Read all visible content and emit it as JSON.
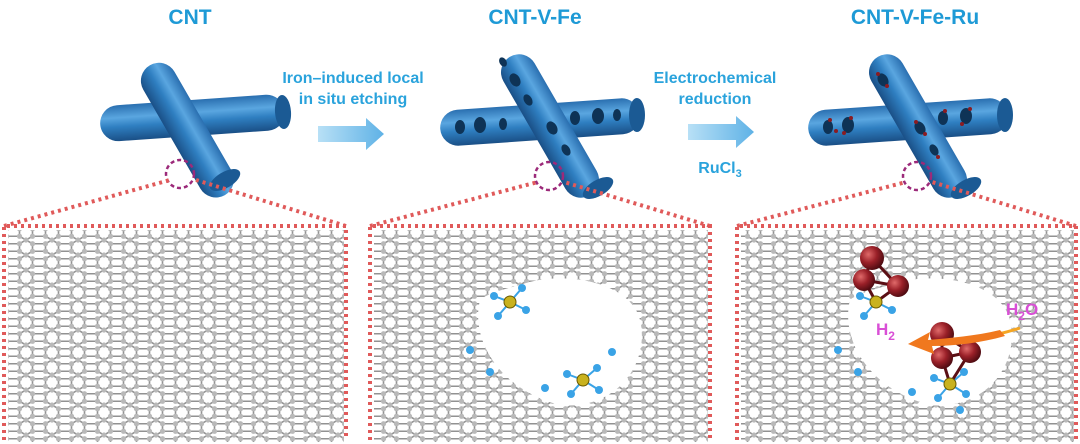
{
  "panels": [
    {
      "title": "CNT"
    },
    {
      "title": "CNT-V-Fe"
    },
    {
      "title": "CNT-V-Fe-Ru"
    }
  ],
  "step1": {
    "line1": "Iron–induced local",
    "line2": "in situ etching"
  },
  "step2": {
    "line1": "Electrochemical",
    "line2": "reduction",
    "reagent_main": "RuCl",
    "reagent_sub": "3"
  },
  "molecules": {
    "h2_main": "H",
    "h2_sub": "2",
    "h2o_main": "H",
    "h2o_sub": "2",
    "h2o_end": "O"
  },
  "colors": {
    "tube": "#2f7fc1",
    "tube_dark": "#1b5a94",
    "arrow": "#7fc4ec",
    "dotted_frame": "#e05a5a",
    "circle_marker": "#9c2a7a",
    "carbon": "#9a9a9a",
    "nitrogen": "#3aa3e6",
    "iron": "#c9b21e",
    "ruthenium": "#8a1c22",
    "label_blue": "#1e9ad6",
    "molecule_label": "#d94fd6",
    "flow_arrow": "#f0781e"
  }
}
